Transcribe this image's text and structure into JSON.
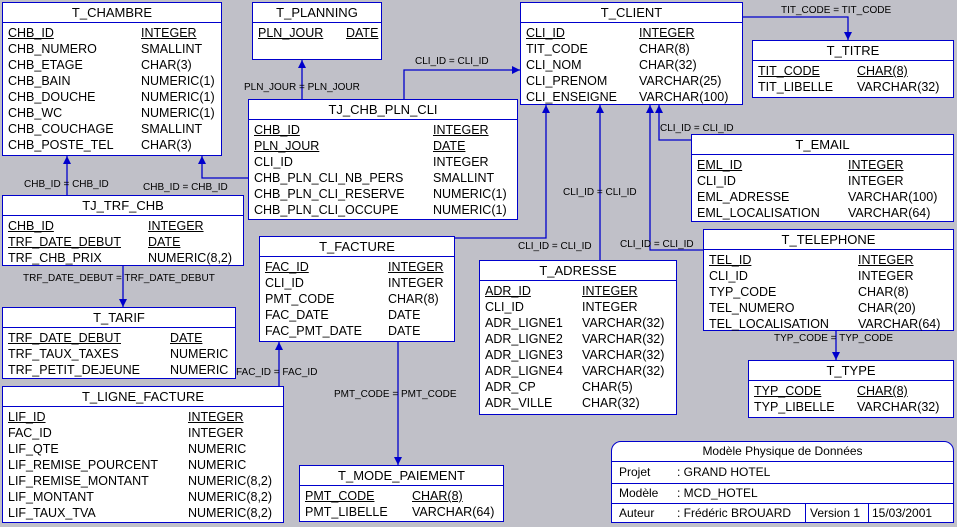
{
  "tables": {
    "t_chambre": {
      "name": "T_CHAMBRE",
      "cols": [
        {
          "n": "CHB_ID",
          "t": "INTEGER",
          "pk": true
        },
        {
          "n": "CHB_NUMERO",
          "t": "SMALLINT"
        },
        {
          "n": "CHB_ETAGE",
          "t": "CHAR(3)"
        },
        {
          "n": "CHB_BAIN",
          "t": "NUMERIC(1)"
        },
        {
          "n": "CHB_DOUCHE",
          "t": "NUMERIC(1)"
        },
        {
          "n": "CHB_WC",
          "t": "NUMERIC(1)"
        },
        {
          "n": "CHB_COUCHAGE",
          "t": "SMALLINT"
        },
        {
          "n": "CHB_POSTE_TEL",
          "t": "CHAR(3)"
        }
      ]
    },
    "t_planning": {
      "name": "T_PLANNING",
      "cols": [
        {
          "n": "PLN_JOUR",
          "t": "DATE",
          "pk": true
        }
      ]
    },
    "t_client": {
      "name": "T_CLIENT",
      "cols": [
        {
          "n": "CLI_ID",
          "t": "INTEGER",
          "pk": true
        },
        {
          "n": "TIT_CODE",
          "t": "CHAR(8)"
        },
        {
          "n": "CLI_NOM",
          "t": "CHAR(32)"
        },
        {
          "n": "CLI_PRENOM",
          "t": "VARCHAR(25)"
        },
        {
          "n": "CLI_ENSEIGNE",
          "t": "VARCHAR(100)"
        }
      ]
    },
    "t_titre": {
      "name": "T_TITRE",
      "cols": [
        {
          "n": "TIT_CODE",
          "t": "CHAR(8)",
          "pk": true
        },
        {
          "n": "TIT_LIBELLE",
          "t": "VARCHAR(32)"
        }
      ]
    },
    "tj_chb_pln_cli": {
      "name": "TJ_CHB_PLN_CLI",
      "cols": [
        {
          "n": "CHB_ID",
          "t": "INTEGER",
          "pk": true
        },
        {
          "n": "PLN_JOUR",
          "t": "DATE",
          "pk": true
        },
        {
          "n": "CLI_ID",
          "t": "INTEGER"
        },
        {
          "n": "CHB_PLN_CLI_NB_PERS",
          "t": "SMALLINT"
        },
        {
          "n": "CHB_PLN_CLI_RESERVE",
          "t": "NUMERIC(1)"
        },
        {
          "n": "CHB_PLN_CLI_OCCUPE",
          "t": "NUMERIC(1)"
        }
      ]
    },
    "t_email": {
      "name": "T_EMAIL",
      "cols": [
        {
          "n": "EML_ID",
          "t": "INTEGER",
          "pk": true
        },
        {
          "n": "CLI_ID",
          "t": "INTEGER"
        },
        {
          "n": "EML_ADRESSE",
          "t": "VARCHAR(100)"
        },
        {
          "n": "EML_LOCALISATION",
          "t": "VARCHAR(64)"
        }
      ]
    },
    "tj_trf_chb": {
      "name": "TJ_TRF_CHB",
      "cols": [
        {
          "n": "CHB_ID",
          "t": "INTEGER",
          "pk": true
        },
        {
          "n": "TRF_DATE_DEBUT",
          "t": "DATE",
          "pk": true
        },
        {
          "n": "TRF_CHB_PRIX",
          "t": "NUMERIC(8,2)"
        }
      ]
    },
    "t_facture": {
      "name": "T_FACTURE",
      "cols": [
        {
          "n": "FAC_ID",
          "t": "INTEGER",
          "pk": true
        },
        {
          "n": "CLI_ID",
          "t": "INTEGER"
        },
        {
          "n": "PMT_CODE",
          "t": "CHAR(8)"
        },
        {
          "n": "FAC_DATE",
          "t": "DATE"
        },
        {
          "n": "FAC_PMT_DATE",
          "t": "DATE"
        }
      ]
    },
    "t_telephone": {
      "name": "T_TELEPHONE",
      "cols": [
        {
          "n": "TEL_ID",
          "t": "INTEGER",
          "pk": true
        },
        {
          "n": "CLI_ID",
          "t": "INTEGER"
        },
        {
          "n": "TYP_CODE",
          "t": "CHAR(8)"
        },
        {
          "n": "TEL_NUMERO",
          "t": "CHAR(20)"
        },
        {
          "n": "TEL_LOCALISATION",
          "t": "VARCHAR(64)"
        }
      ]
    },
    "t_adresse": {
      "name": "T_ADRESSE",
      "cols": [
        {
          "n": "ADR_ID",
          "t": "INTEGER",
          "pk": true
        },
        {
          "n": "CLI_ID",
          "t": "INTEGER"
        },
        {
          "n": "ADR_LIGNE1",
          "t": "VARCHAR(32)"
        },
        {
          "n": "ADR_LIGNE2",
          "t": "VARCHAR(32)"
        },
        {
          "n": "ADR_LIGNE3",
          "t": "VARCHAR(32)"
        },
        {
          "n": "ADR_LIGNE4",
          "t": "VARCHAR(32)"
        },
        {
          "n": "ADR_CP",
          "t": "CHAR(5)"
        },
        {
          "n": "ADR_VILLE",
          "t": "CHAR(32)"
        }
      ]
    },
    "t_tarif": {
      "name": "T_TARIF",
      "cols": [
        {
          "n": "TRF_DATE_DEBUT",
          "t": "DATE",
          "pk": true
        },
        {
          "n": "TRF_TAUX_TAXES",
          "t": "NUMERIC"
        },
        {
          "n": "TRF_PETIT_DEJEUNE",
          "t": "NUMERIC"
        }
      ]
    },
    "t_type": {
      "name": "T_TYPE",
      "cols": [
        {
          "n": "TYP_CODE",
          "t": "CHAR(8)",
          "pk": true
        },
        {
          "n": "TYP_LIBELLE",
          "t": "VARCHAR(32)"
        }
      ]
    },
    "t_ligne_facture": {
      "name": "T_LIGNE_FACTURE",
      "cols": [
        {
          "n": "LIF_ID",
          "t": "INTEGER",
          "pk": true
        },
        {
          "n": "FAC_ID",
          "t": "INTEGER"
        },
        {
          "n": "LIF_QTE",
          "t": "NUMERIC"
        },
        {
          "n": "LIF_REMISE_POURCENT",
          "t": "NUMERIC"
        },
        {
          "n": "LIF_REMISE_MONTANT",
          "t": "NUMERIC(8,2)"
        },
        {
          "n": "LIF_MONTANT",
          "t": "NUMERIC(8,2)"
        },
        {
          "n": "LIF_TAUX_TVA",
          "t": "NUMERIC(8,2)"
        }
      ]
    },
    "t_mode_paiement": {
      "name": "T_MODE_PAIEMENT",
      "cols": [
        {
          "n": "PMT_CODE",
          "t": "CHAR(8)",
          "pk": true
        },
        {
          "n": "PMT_LIBELLE",
          "t": "VARCHAR(64)"
        }
      ]
    }
  },
  "relations": {
    "tit_code": "TIT_CODE = TIT_CODE",
    "cli_id_a": "CLI_ID = CLI_ID",
    "pln_jour": "PLN_JOUR = PLN_JOUR",
    "cli_id_b": "CLI_ID = CLI_ID",
    "chb_id_a": "CHB_ID = CHB_ID",
    "chb_id_b": "CHB_ID = CHB_ID",
    "cli_id_c": "CLI_ID = CLI_ID",
    "cli_id_d": "CLI_ID = CLI_ID",
    "cli_id_e": "CLI_ID = CLI_ID",
    "trf_date": "TRF_DATE_DEBUT = TRF_DATE_DEBUT",
    "typ_code": "TYP_CODE = TYP_CODE",
    "fac_id": "FAC_ID = FAC_ID",
    "pmt_code": "PMT_CODE = PMT_CODE"
  },
  "info": {
    "title": "Modèle Physique de Données",
    "projet_label": "Projet",
    "projet_value": "GRAND HOTEL",
    "modele_label": "Modèle",
    "modele_value": "MCD_HOTEL",
    "auteur_label": "Auteur",
    "auteur_value": "Frédéric BROUARD",
    "version": "Version 1",
    "date": "15/03/2001"
  },
  "colors": {
    "background": "#c0c0c8",
    "border": "#0000cc",
    "line": "#0000cc"
  }
}
